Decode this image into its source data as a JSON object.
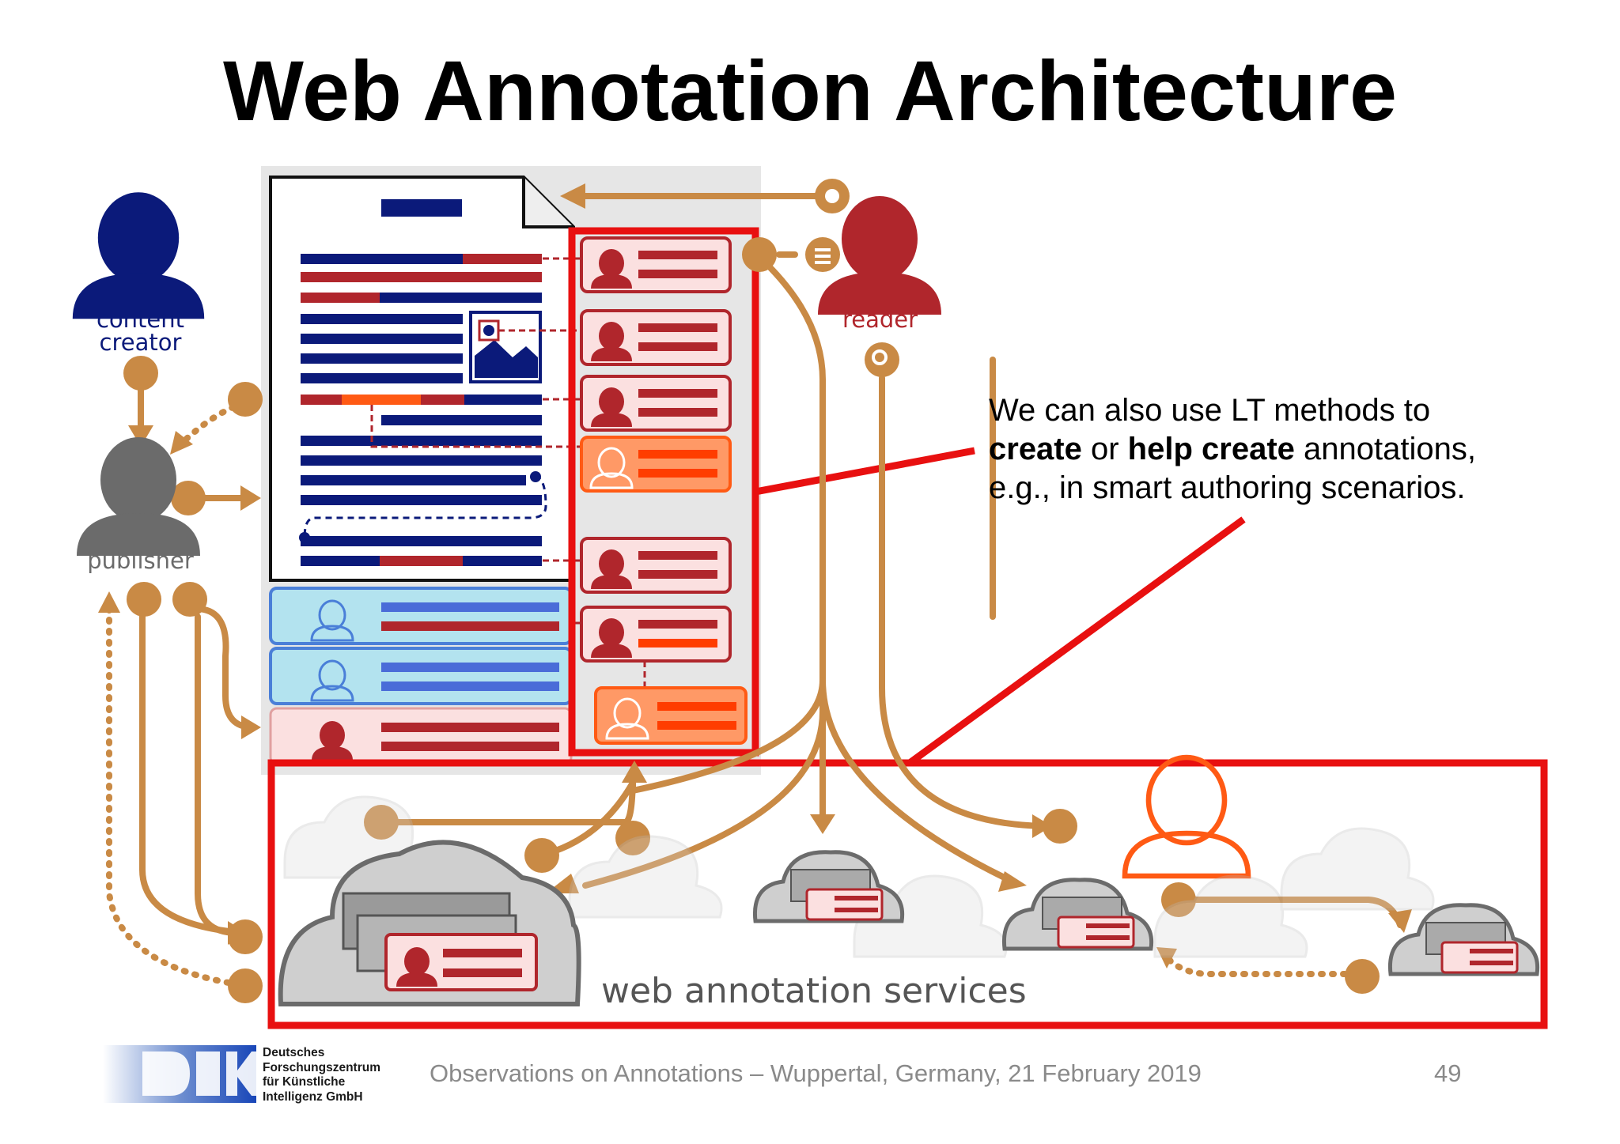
{
  "title": "Web Annotation Architecture",
  "actors": {
    "content_creator": [
      "content",
      "creator"
    ],
    "publisher": "publisher",
    "reader": "reader"
  },
  "callout": {
    "line1": "We can also use LT methods to",
    "line2_bold1": "create",
    "line2_mid": " or ",
    "line2_bold2": "help create",
    "line2_end": " annotations,",
    "line3": "e.g., in smart authoring scenarios."
  },
  "services_label": "web annotation services",
  "footer": "Observations on Annotations – Wuppertal, Germany, 21 February 2019",
  "page_number": "49",
  "org": {
    "logo_text": "DFKI",
    "name_lines": [
      "Deutsches",
      "Forschungszentrum",
      "für Künstliche",
      "Intelligenz GmbH"
    ]
  },
  "colors": {
    "navy": "#0b1a7a",
    "dark_red": "#b0262c",
    "bright_red": "#e81010",
    "orange": "#ff5a14",
    "tan": "#c98a45",
    "gray": "#808080"
  }
}
